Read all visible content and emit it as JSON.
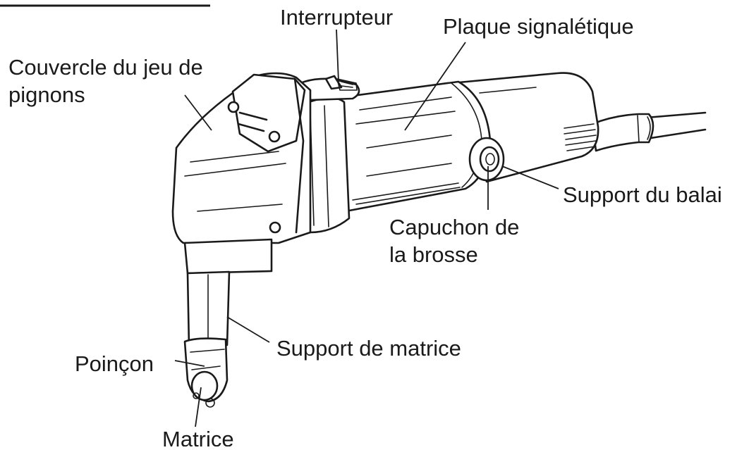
{
  "labels": {
    "gear_cover_line1": "Couvercle du jeu de",
    "gear_cover_line2": "pignons",
    "switch": "Interrupteur",
    "nameplate": "Plaque signalétique",
    "brush_holder": "Support du balai",
    "brush_cap_line1": "Capuchon de",
    "brush_cap_line2": "la brosse",
    "die_holder": "Support de matrice",
    "punch": "Poinçon",
    "die": "Matrice"
  }
}
